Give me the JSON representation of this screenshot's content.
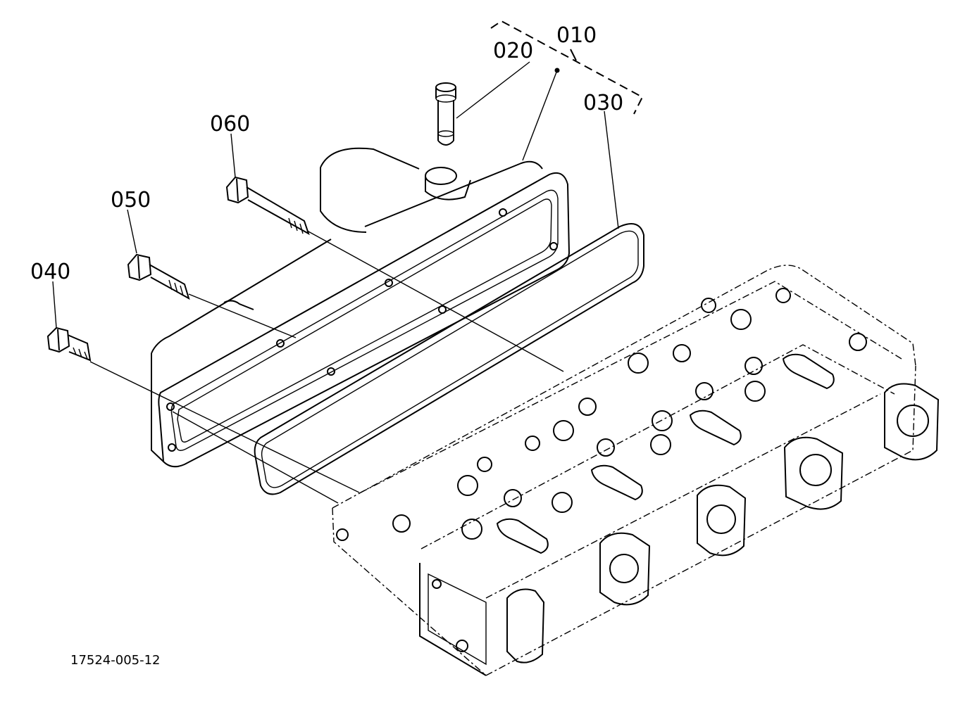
{
  "diagram": {
    "callouts": {
      "assy": "010",
      "plug": "020",
      "gasket": "030",
      "bolt_a": "040",
      "bolt_b": "050",
      "bolt_c": "060"
    },
    "drawing_code": "17524-005-12"
  }
}
